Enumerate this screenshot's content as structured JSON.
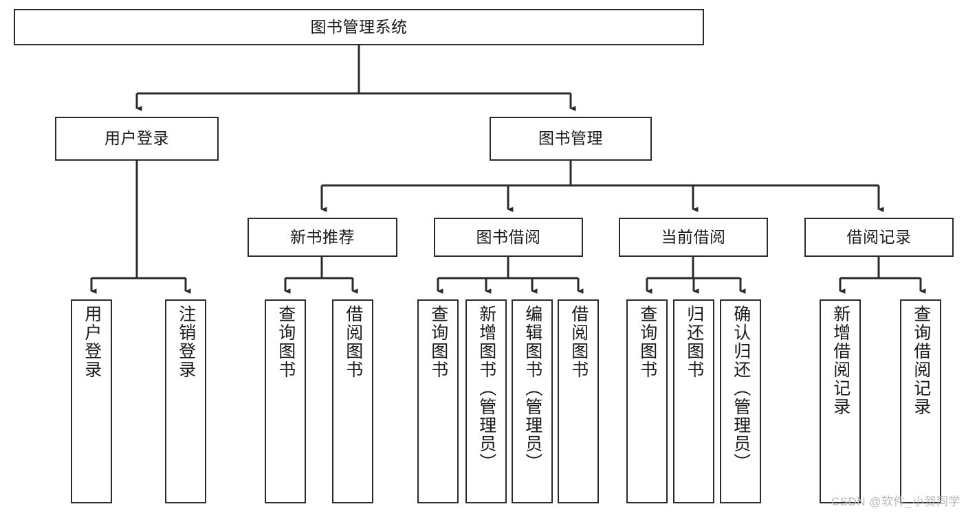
{
  "diagram": {
    "type": "tree-hierarchy",
    "title": "图书管理系统",
    "watermark": "CSDN @软件_小贺同学",
    "colors": {
      "box_border": "#2b2b2b",
      "box_fill": "#ffffff",
      "connector": "#2b2b2b",
      "text": "#1a1a1a",
      "watermark": "#b9b9b9",
      "background": "#ffffff"
    },
    "levels": {
      "level1": [
        {
          "id": "root",
          "label": "图书管理系统",
          "orientation": "horizontal"
        }
      ],
      "level2": [
        {
          "id": "user-login",
          "label": "用户登录",
          "orientation": "horizontal"
        },
        {
          "id": "book-management",
          "label": "图书管理",
          "orientation": "horizontal"
        }
      ],
      "level3": [
        {
          "id": "new-book-recommend",
          "label": "新书推荐",
          "orientation": "horizontal",
          "parent": "book-management"
        },
        {
          "id": "book-borrow",
          "label": "图书借阅",
          "orientation": "horizontal",
          "parent": "book-management"
        },
        {
          "id": "current-borrow",
          "label": "当前借阅",
          "orientation": "horizontal",
          "parent": "book-management"
        },
        {
          "id": "borrow-record",
          "label": "借阅记录",
          "orientation": "horizontal",
          "parent": "book-management"
        }
      ],
      "level4": [
        {
          "id": "leaf-user-login",
          "label": "用户登录",
          "orientation": "vertical",
          "parent": "user-login"
        },
        {
          "id": "leaf-logout",
          "label": "注销登录",
          "orientation": "vertical",
          "parent": "user-login"
        },
        {
          "id": "leaf-query-book-1",
          "label": "查询图书",
          "orientation": "vertical",
          "parent": "new-book-recommend"
        },
        {
          "id": "leaf-borrow-book-1",
          "label": "借阅图书",
          "orientation": "vertical",
          "parent": "new-book-recommend"
        },
        {
          "id": "leaf-query-book-2",
          "label": "查询图书",
          "orientation": "vertical",
          "parent": "book-borrow"
        },
        {
          "id": "leaf-add-book",
          "label": "新增图书（管理员）",
          "orientation": "vertical",
          "parent": "book-borrow"
        },
        {
          "id": "leaf-edit-book",
          "label": "编辑图书（管理员）",
          "orientation": "vertical",
          "parent": "book-borrow"
        },
        {
          "id": "leaf-borrow-book-2",
          "label": "借阅图书",
          "orientation": "vertical",
          "parent": "book-borrow"
        },
        {
          "id": "leaf-query-book-3",
          "label": "查询图书",
          "orientation": "vertical",
          "parent": "current-borrow"
        },
        {
          "id": "leaf-return-book",
          "label": "归还图书",
          "orientation": "vertical",
          "parent": "current-borrow"
        },
        {
          "id": "leaf-confirm-return",
          "label": "确认归还（管理员）",
          "orientation": "vertical",
          "parent": "current-borrow"
        },
        {
          "id": "leaf-add-record",
          "label": "新增借阅记录",
          "orientation": "vertical",
          "parent": "borrow-record"
        },
        {
          "id": "leaf-query-record",
          "label": "查询借阅记录",
          "orientation": "vertical",
          "parent": "borrow-record"
        }
      ]
    }
  }
}
